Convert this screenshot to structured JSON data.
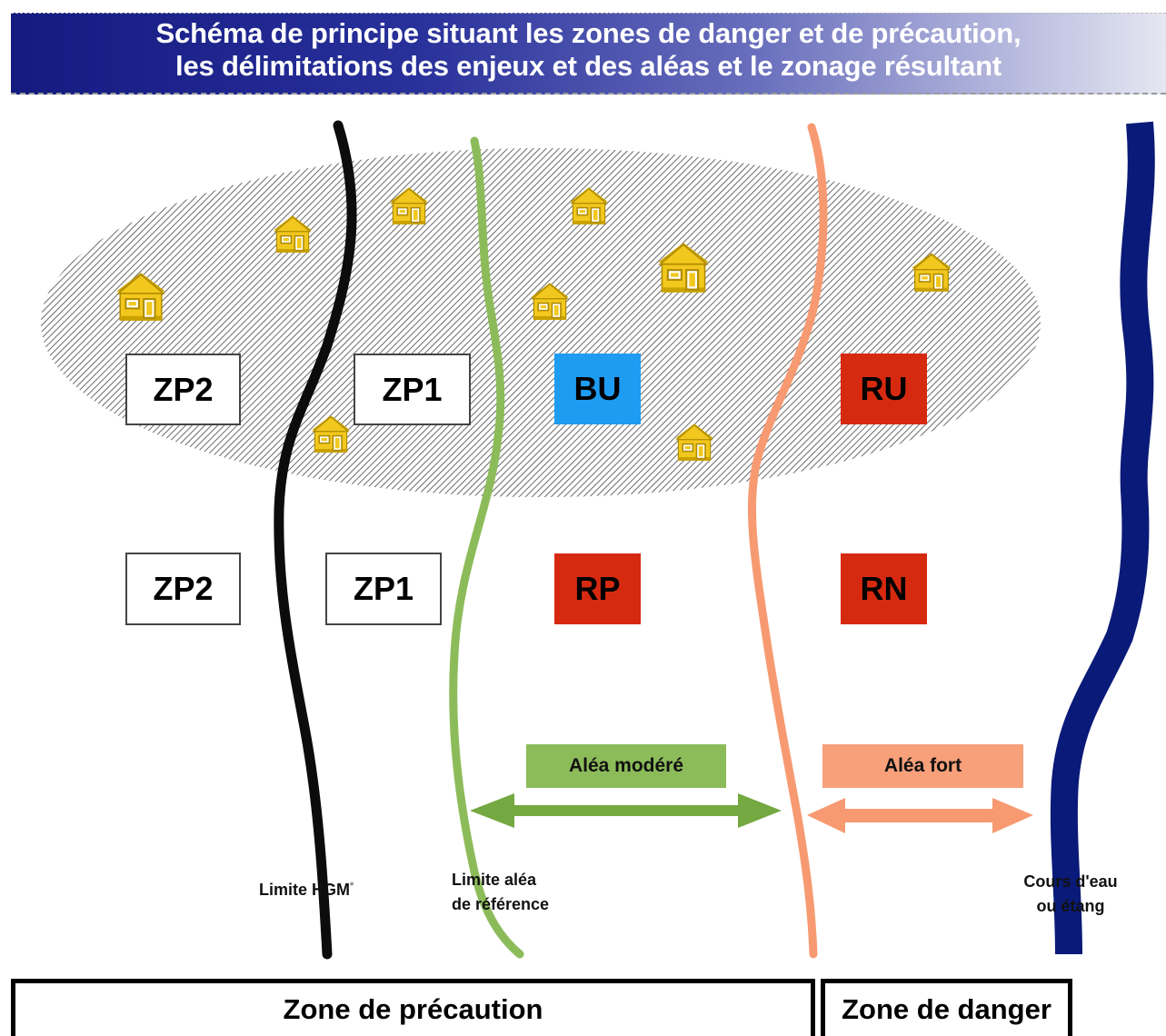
{
  "title": {
    "line1": "Schéma de principe situant les zones de danger et de précaution,",
    "line2": "les délimitations des enjeux et des aléas et le zonage résultant"
  },
  "zones_upper": {
    "zp2": "ZP2",
    "zp1": "ZP1",
    "bu": "BU",
    "ru": "RU"
  },
  "zones_lower": {
    "zp2": "ZP2",
    "zp1": "ZP1",
    "rp": "RP",
    "rn": "RN"
  },
  "alea": {
    "modere": "Aléa modéré",
    "fort": "Aléa fort"
  },
  "line_labels": {
    "hgm": "Limite HGM",
    "hgm_mark": "*",
    "reference_1": "Limite aléa",
    "reference_2": "de référence",
    "water_1": "Cours d'eau",
    "water_2": "ou étang"
  },
  "footer": {
    "precaution": "Zone de précaution",
    "danger": "Zone de danger"
  },
  "colors": {
    "title_blue": "#141a80",
    "bu_blue": "#1e9cf2",
    "zone_red": "#d62a10",
    "alea_modere_green": "#8cbc5a",
    "alea_fort_orange": "#f7a07a",
    "limit_green": "#8cbc5a",
    "limit_orange": "#f79a72",
    "water_navy": "#0a1a78",
    "house_yellow": "#f2c81e"
  },
  "icons": {
    "house": "house-icon"
  }
}
